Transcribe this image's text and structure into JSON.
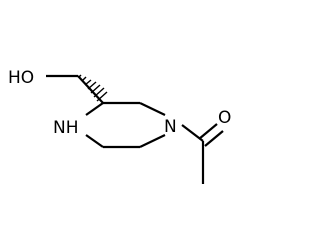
{
  "molecule": {
    "atoms": {
      "oxygen_hydroxyl": "HO",
      "nitrogen_amine": "NH",
      "nitrogen_amide": "N",
      "oxygen_carbonyl": "O"
    },
    "colors": {
      "bond": "#000000",
      "label": "#000000",
      "background": "#ffffff"
    }
  }
}
